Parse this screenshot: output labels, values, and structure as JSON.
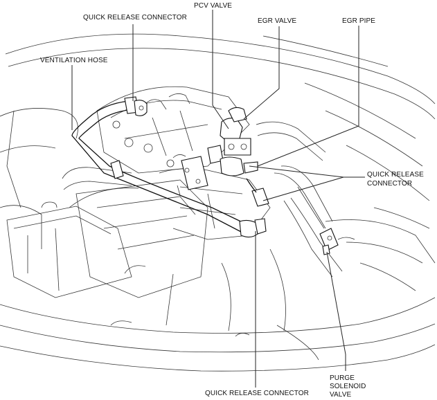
{
  "labels": {
    "quick_release_connector_top": "QUICK RELEASE CONNECTOR",
    "pcv_valve": "PCV VALVE",
    "egr_valve": "EGR VALVE",
    "egr_pipe": "EGR PIPE",
    "ventilation_hose": "VENTILATION HOSE",
    "quick_release_connector_right_line1": "QUICK RELEASE",
    "quick_release_connector_right_line2": "CONNECTOR",
    "quick_release_connector_bottom": "QUICK RELEASE CONNECTOR",
    "purge_solenoid_valve_line1": "PURGE",
    "purge_solenoid_valve_line2": "SOLENOID",
    "purge_solenoid_valve_line3": "VALVE"
  }
}
